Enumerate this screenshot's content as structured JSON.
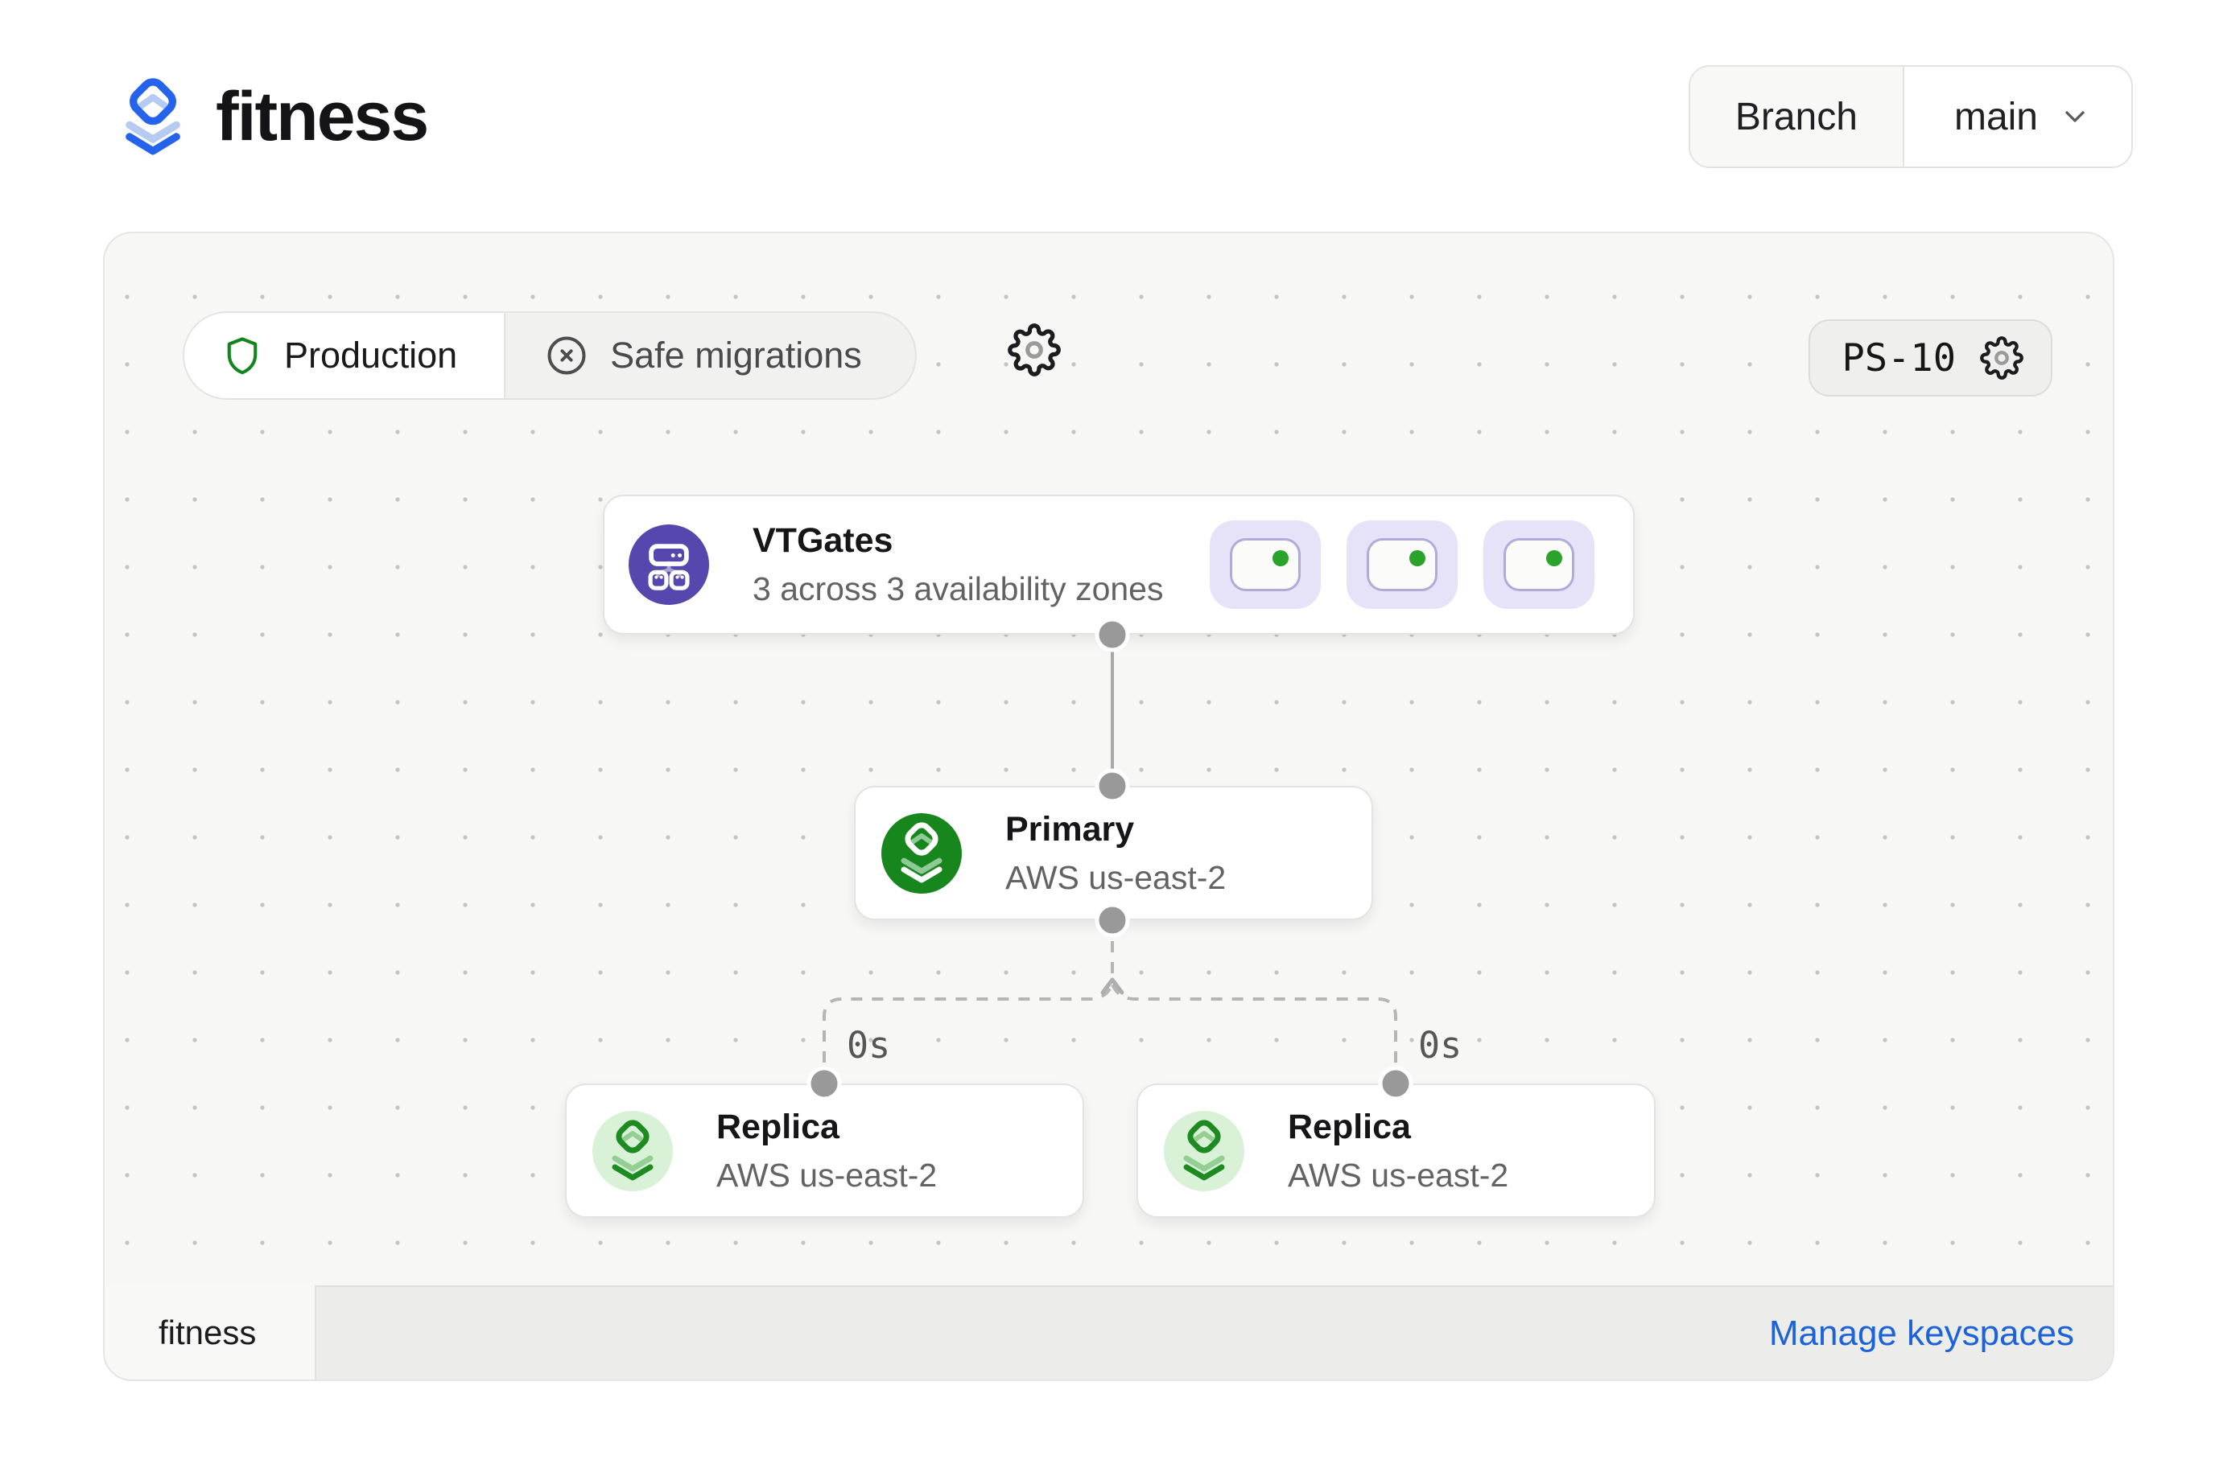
{
  "header": {
    "title": "fitness",
    "branch_button": "Branch",
    "branch_name": "main"
  },
  "toolbar": {
    "production": "Production",
    "safe_migrations": "Safe migrations",
    "cluster_badge": "PS-10"
  },
  "nodes": {
    "vtgates": {
      "title": "VTGates",
      "subtitle": "3 across 3 availability zones",
      "instances": [
        "healthy",
        "healthy",
        "healthy"
      ]
    },
    "primary": {
      "title": "Primary",
      "subtitle": "AWS us-east-2"
    },
    "replicas": [
      {
        "title": "Replica",
        "subtitle": "AWS us-east-2"
      },
      {
        "title": "Replica",
        "subtitle": "AWS us-east-2"
      }
    ]
  },
  "edges": {
    "left_lag": "0s",
    "right_lag": "0s"
  },
  "footer": {
    "tab_label": "fitness",
    "link_label": "Manage keyspaces"
  },
  "colors": {
    "logo_blue": "#2563ec",
    "logo_light_blue": "#b6cbf2",
    "vtgates_purple": "#5547ad",
    "primary_green": "#17861d",
    "replica_bg_green": "#d9f1d6",
    "replica_green": "#1e8a22",
    "status_green": "#2aa32b",
    "shield_green": "#12861c",
    "link_blue": "#1c63da",
    "chip_lavender": "#e6e3f9"
  }
}
